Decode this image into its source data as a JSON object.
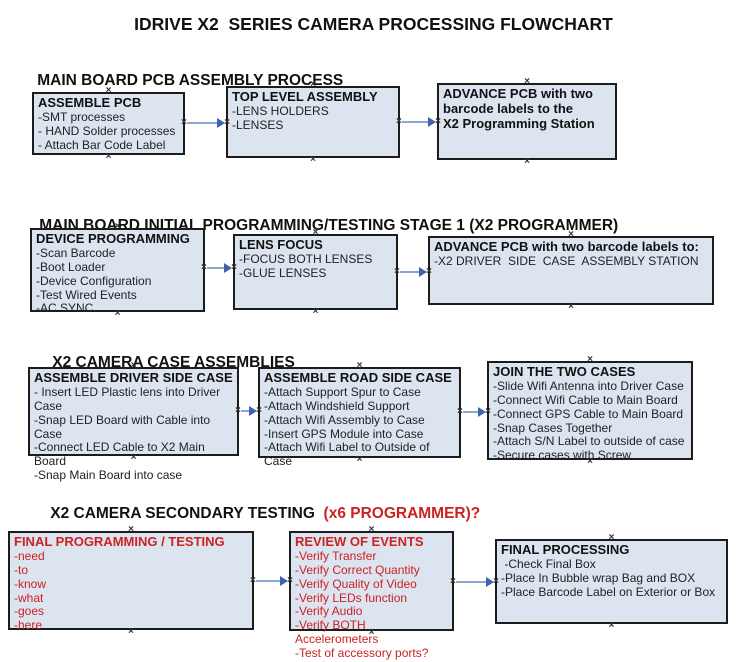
{
  "title": "IDRIVE X2  SERIES CAMERA PROCESSING FLOWCHART",
  "icons": {
    "connection_point": "×"
  },
  "colors": {
    "box_fill": "#dce4f0",
    "box_border": "#1c1c1c",
    "arrow_line": "#8aa6cf",
    "arrow_head": "#3f63ad",
    "accent_red": "#cc2222",
    "text": "#111111"
  },
  "sections": [
    {
      "heading": "MAIN BOARD PCB ASSEMBLY PROCESS",
      "boxes": [
        {
          "title": "ASSEMBLE PCB",
          "lines": [
            "-SMT processes",
            "- HAND Solder processes",
            "- Attach Bar Code Label"
          ]
        },
        {
          "title": "TOP LEVEL ASSEMBLY",
          "lines": [
            "-LENS HOLDERS",
            "-LENSES"
          ]
        },
        {
          "title": "ADVANCE PCB with two\nbarcode labels to the\n X2 Programming Station",
          "lines": []
        }
      ]
    },
    {
      "heading": "MAIN BOARD INITIAL PROGRAMMING/TESTING STAGE 1 (X2 PROGRAMMER)",
      "boxes": [
        {
          "title": "DEVICE PROGRAMMING",
          "lines": [
            "-Scan Barcode",
            "-Boot Loader",
            "-Device Configuration",
            "-Test Wired Events",
            "-AC SYNC"
          ]
        },
        {
          "title": "LENS FOCUS",
          "lines": [
            "-FOCUS BOTH LENSES",
            "-GLUE LENSES"
          ]
        },
        {
          "title": "ADVANCE PCB with two barcode labels to:",
          "lines": [
            "-X2 DRIVER  SIDE  CASE  ASSEMBLY STATION"
          ]
        }
      ]
    },
    {
      "heading": "X2 CAMERA CASE ASSEMBLIES",
      "boxes": [
        {
          "title": "ASSEMBLE DRIVER SIDE CASE",
          "lines": [
            "- Insert LED Plastic lens into Driver Case",
            "-Snap LED Board with Cable into Case",
            "-Connect LED Cable to X2 Main Board",
            "-Snap Main Board into case"
          ]
        },
        {
          "title": "ASSEMBLE ROAD SIDE CASE",
          "lines": [
            "-Attach Support Spur to Case",
            "-Attach Windshield Support",
            "-Attach Wifi Assembly to Case",
            "-Insert GPS Module into Case",
            "-Attach Wifi Label to Outside of Case"
          ]
        },
        {
          "title": "JOIN THE TWO CASES",
          "lines": [
            "-Slide Wifi Antenna into Driver Case",
            "-Connect Wifi Cable to Main Board",
            "-Connect GPS Cable to Main Board",
            "-Snap Cases Together",
            "-Attach S/N Label to outside of case",
            "-Secure cases with Screw"
          ]
        }
      ]
    },
    {
      "heading": "X2 CAMERA SECONDARY TESTING  ",
      "heading_red": "(x6 PROGRAMMER)?",
      "boxes": [
        {
          "title": "FINAL PROGRAMMING / TESTING",
          "lines": [
            "-need",
            "-to",
            "-know",
            "-what",
            "-goes",
            "-here"
          ]
        },
        {
          "title": "REVIEW OF EVENTS",
          "lines": [
            "-Verify Transfer",
            "-Verify Correct Quantity",
            "-Verify Quality of Video",
            "-Verify LEDs function",
            "-Verify Audio",
            "-Verify BOTH Accelerometers",
            "-Test of accessory ports?"
          ]
        },
        {
          "title": "FINAL PROCESSING",
          "lines": [
            " -Check Final Box",
            "-Place In Bubble wrap Bag and BOX",
            "-Place Barcode Label on Exterior or Box"
          ]
        }
      ]
    }
  ]
}
